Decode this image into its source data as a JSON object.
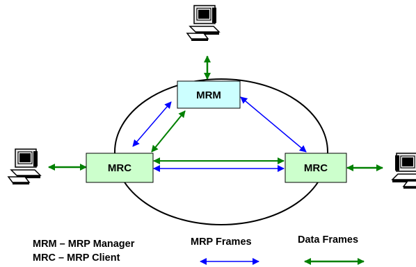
{
  "nodes": {
    "manager": {
      "label": "MRM",
      "fill": "#ccffff"
    },
    "client_left": {
      "label": "MRC",
      "fill": "#ccffcc"
    },
    "client_right": {
      "label": "MRC",
      "fill": "#ccffcc"
    }
  },
  "legend": {
    "mrm_definition": "MRM – MRP Manager",
    "mrc_definition": "MRC – MRP Client",
    "mrp_frames": "MRP Frames",
    "data_frames": "Data Frames"
  },
  "colors": {
    "mrp_frames": "#0000ff",
    "data_frames": "#008000",
    "ring": "#000000"
  },
  "icons": {
    "computer": "computer-icon"
  }
}
